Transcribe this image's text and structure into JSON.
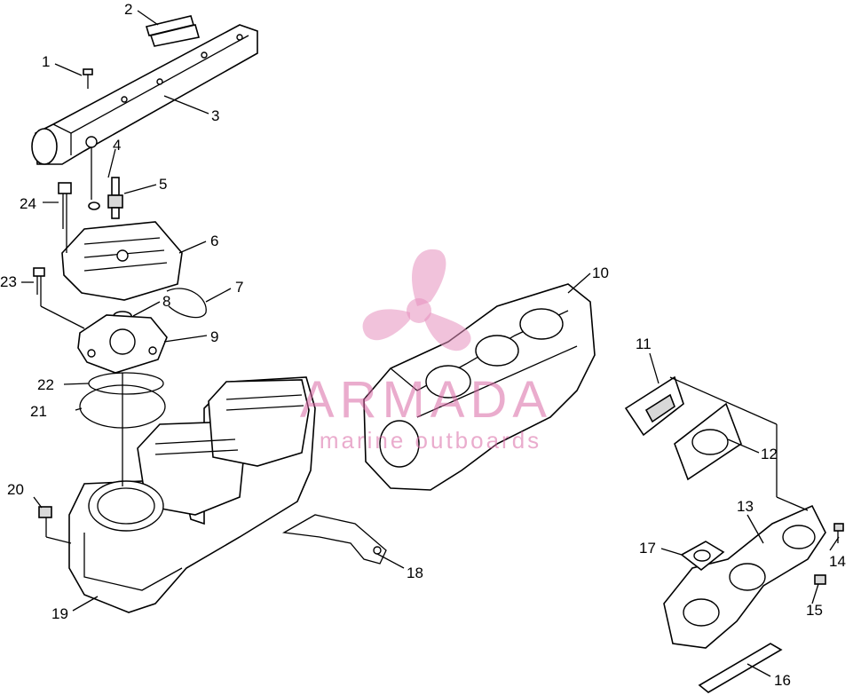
{
  "diagram": {
    "callouts": [
      {
        "id": "1",
        "label": "1"
      },
      {
        "id": "2",
        "label": "2"
      },
      {
        "id": "3",
        "label": "3"
      },
      {
        "id": "4",
        "label": "4"
      },
      {
        "id": "5",
        "label": "5"
      },
      {
        "id": "6",
        "label": "6"
      },
      {
        "id": "7",
        "label": "7"
      },
      {
        "id": "8",
        "label": "8"
      },
      {
        "id": "9",
        "label": "9"
      },
      {
        "id": "10",
        "label": "10"
      },
      {
        "id": "11",
        "label": "11"
      },
      {
        "id": "12",
        "label": "12"
      },
      {
        "id": "13",
        "label": "13"
      },
      {
        "id": "14",
        "label": "14"
      },
      {
        "id": "15",
        "label": "15"
      },
      {
        "id": "16",
        "label": "16"
      },
      {
        "id": "17",
        "label": "17"
      },
      {
        "id": "18",
        "label": "18"
      },
      {
        "id": "19",
        "label": "19"
      },
      {
        "id": "20",
        "label": "20"
      },
      {
        "id": "21",
        "label": "21"
      },
      {
        "id": "22",
        "label": "22"
      },
      {
        "id": "23",
        "label": "23"
      },
      {
        "id": "24",
        "label": "24"
      }
    ]
  },
  "watermark": {
    "brand": "ARMADA",
    "tagline": "marine outboards",
    "color": "#d96aa6"
  }
}
